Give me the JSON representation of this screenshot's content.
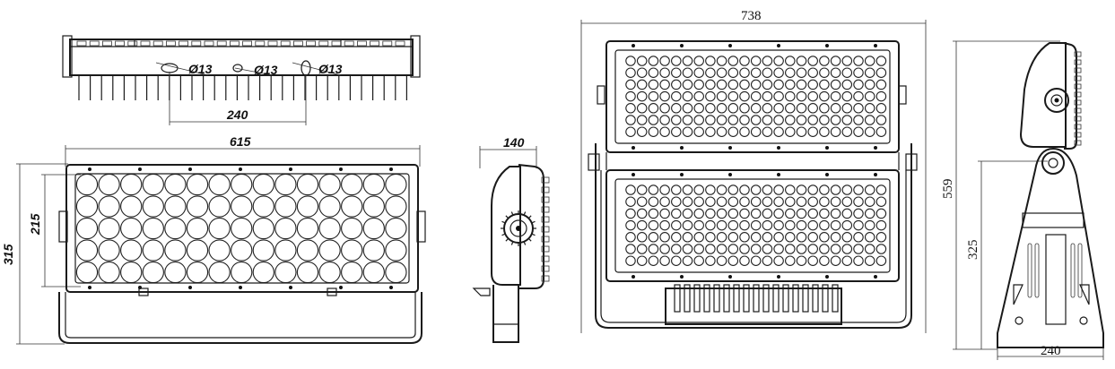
{
  "dimensions": {
    "front_width": "615",
    "front_height_total": "315",
    "front_height_panel": "215",
    "top_hole_spacing": "240",
    "hole_a": "Ø13",
    "hole_b": "Ø13",
    "hole_c": "Ø13",
    "side_depth": "140",
    "double_width": "738",
    "double_height": "559",
    "bracket_height": "325",
    "bracket_width": "240"
  },
  "colors": {
    "line": "#1a1a1a",
    "background": "#ffffff"
  }
}
